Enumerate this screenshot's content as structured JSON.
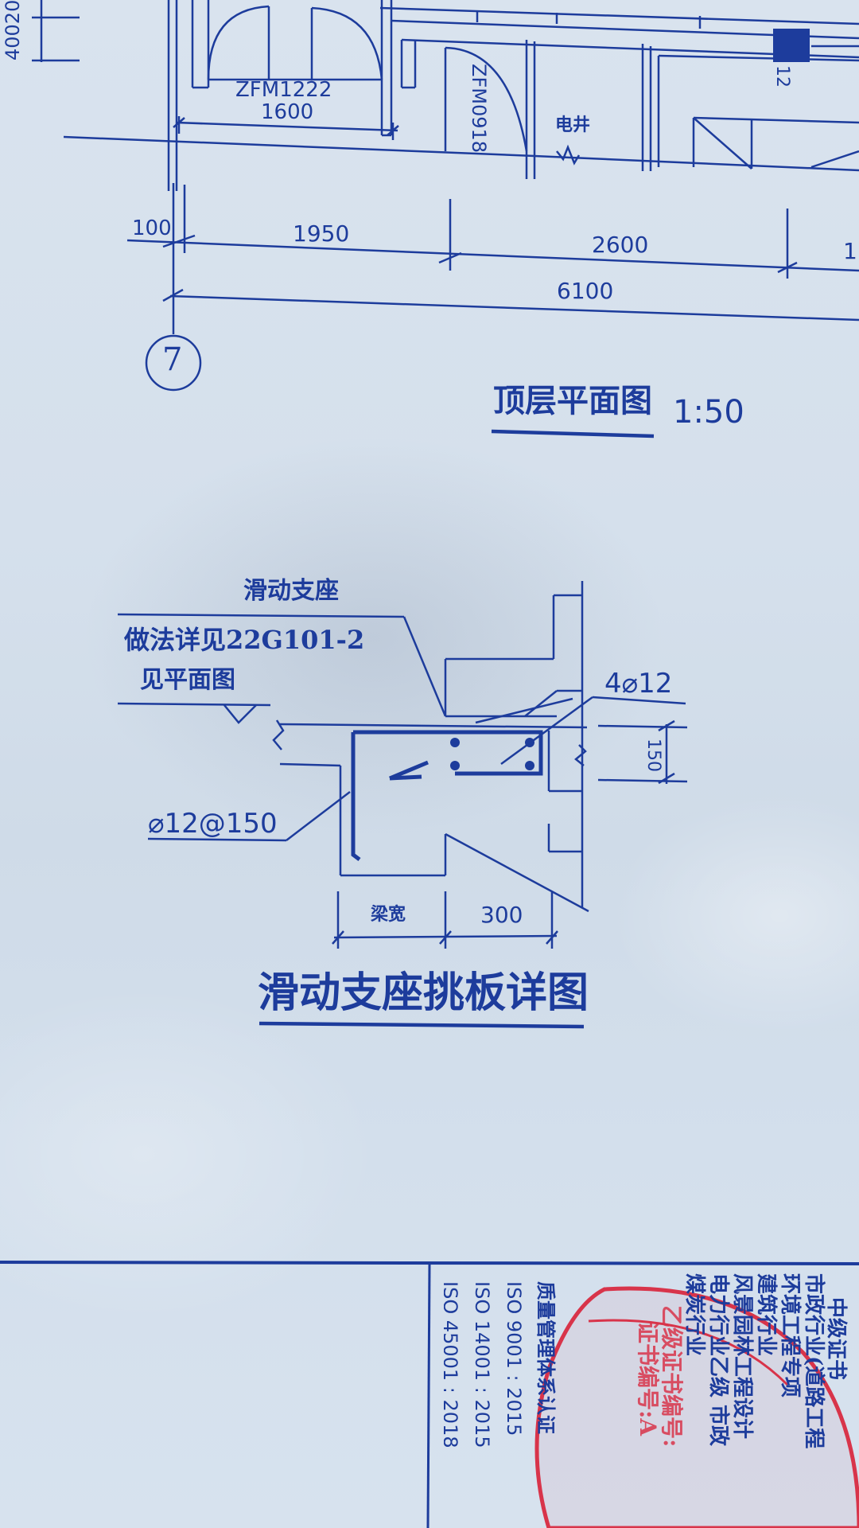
{
  "plan": {
    "dim_partial": "40020",
    "door1_code": "ZFM1222",
    "door1_width": "1600",
    "door2_code": "ZFM0918",
    "room_label": "电井",
    "dim_100": "100",
    "dim_1950": "1950",
    "dim_2600": "2600",
    "dim_edge": "1",
    "dim_total": "6100",
    "axis_number": "7",
    "small_mark": "12",
    "title": "顶层平面图",
    "scale": "1:50"
  },
  "detail": {
    "label_support": "滑动支座",
    "label_method": "做法详见22G101-2",
    "label_see_plan": "见平面图",
    "rebar_top": "4⌀12",
    "rebar_stirrup": "⌀12@150",
    "dim_height": "150",
    "dim_beam_width": "梁宽",
    "dim_300": "300",
    "title": "滑动支座挑板详图"
  },
  "title_block": {
    "lines": [
      "中级证书",
      "市政行业(道路工程",
      "环境工程专项",
      "建筑行业",
      "风景园林工程设计",
      "电力行业乙级 市政",
      "煤炭行业",
      "质量管理体系认证",
      "ISO  9001 : 2015",
      "ISO 14001 : 2015",
      "ISO 45001 : 2018"
    ],
    "stamp_lines": [
      "乙级证书编号:",
      "证书编号:A"
    ]
  }
}
